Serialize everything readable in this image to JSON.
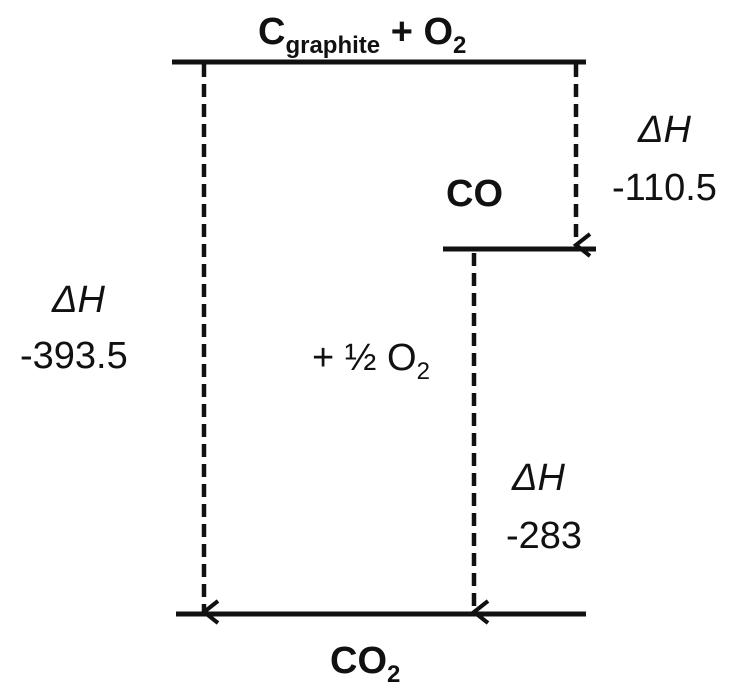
{
  "top_level": {
    "main": "C",
    "sub": "graphite",
    "plus": " + O",
    "sub2": "2"
  },
  "mid_level": {
    "label": "CO"
  },
  "bottom_level": {
    "main": "CO",
    "sub": "2"
  },
  "arrow_direct": {
    "delta_h": "ΔH",
    "value": "-393.5"
  },
  "arrow_step1": {
    "delta_h": "ΔH",
    "value": "-110.5"
  },
  "arrow_step2": {
    "reagent": "+ ½ O",
    "reagent_sub": "2",
    "delta_h": "ΔH",
    "value": "-283"
  }
}
